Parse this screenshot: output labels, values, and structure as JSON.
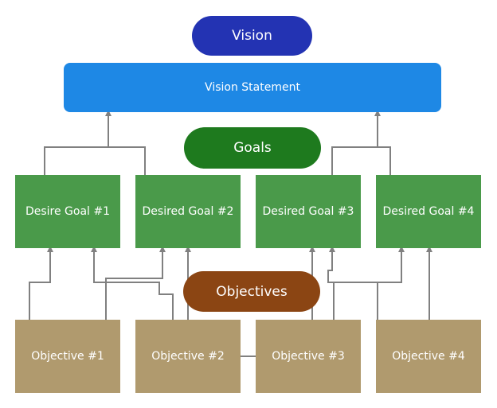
{
  "vision": {
    "label": "Vision",
    "color": "#2333B3"
  },
  "vision_statement": {
    "label": "Vision Statement",
    "color": "#1E88E5"
  },
  "goals": {
    "label": "Goals",
    "color": "#1E7A1E"
  },
  "goal_boxes": [
    {
      "label": "Desire Goal #1",
      "color": "#4A9A4A"
    },
    {
      "label": "Desired Goal #2",
      "color": "#4A9A4A"
    },
    {
      "label": "Desired Goal #3",
      "color": "#4A9A4A"
    },
    {
      "label": "Desired Goal #4",
      "color": "#4A9A4A"
    }
  ],
  "objectives": {
    "label": "Objectives",
    "color": "#8B4513"
  },
  "objective_boxes": [
    {
      "label": "Objective #1",
      "color": "#B09A6E"
    },
    {
      "label": "Objective #2",
      "color": "#B09A6E"
    },
    {
      "label": "Objective #3",
      "color": "#B09A6E"
    },
    {
      "label": "Objective #4",
      "color": "#B09A6E"
    }
  ],
  "connector_color": "#808080"
}
